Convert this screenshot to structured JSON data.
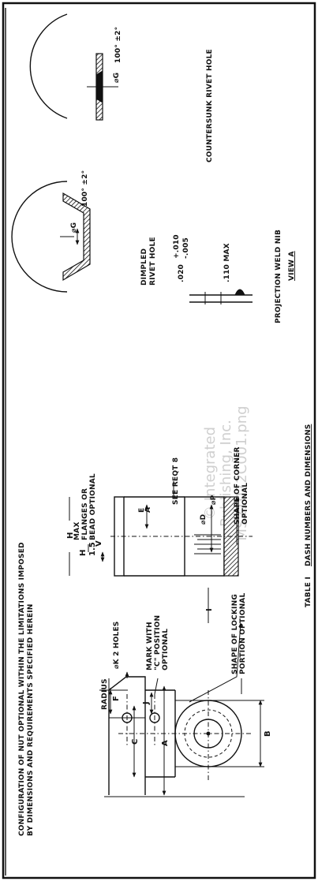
{
  "watermark": {
    "line1": "© Integrated",
    "line2": "Publishing, Inc.",
    "line3": "MS21072C001.png"
  },
  "notes": {
    "config_line1": "CONFIGURATION OF NUT OPTIONAL WITHIN THE LIMITATIONS IMPOSED",
    "config_line2": "BY DIMENSIONS AND REQUIREMENTS SPECIFIED HEREIN",
    "table_prefix": "TABLE I",
    "table_title": "DASH NUMBERS AND DIMENSIONS"
  },
  "left_view": {
    "radius": "RADIUS",
    "k_holes": "⌀K 2 HOLES",
    "mark_line1": "MARK WITH",
    "mark_line2": "\"C\" POSITION",
    "mark_line3": "OPTIONAL",
    "locking_line1": "SHAPE OF LOCKING",
    "locking_line2": "PORTION OPTIONAL",
    "dim_a": "A",
    "dim_b": "B",
    "dim_c": "C",
    "dim_f": "F",
    "dim_j": "J"
  },
  "section_view": {
    "dim_h": "H",
    "h_frac_num": "H",
    "h_frac_den": "1.5",
    "h_max_line1": "MAX",
    "h_max_line2": "FLANGES OR",
    "h_max_line3": "BEAD OPTIONAL",
    "dim_v": "V",
    "dim_e": "E",
    "dim_a2": "A",
    "see_req": "SEE REQT 8",
    "dim_d": "⌀D",
    "dim_p": "⌀P",
    "corner_line1": "SHAPE OF CORNER",
    "corner_line2": "OPTIONAL",
    "dim_i": "I"
  },
  "dimpled": {
    "angle": "100° ±2°",
    "dia": "⌀G",
    "label_line1": "DIMPLED",
    "label_line2": "RIVET HOLE"
  },
  "countersunk": {
    "angle": "100° ±2°",
    "dia": "⌀G",
    "label": "COUNTERSUNK RIVET HOLE"
  },
  "weld_nib": {
    "dim1": ".020",
    "tol_plus": "+.010",
    "tol_minus": "-.005",
    "dim2": ".110 MAX",
    "label": "PROJECTION WELD NIB",
    "view": "VIEW A"
  }
}
